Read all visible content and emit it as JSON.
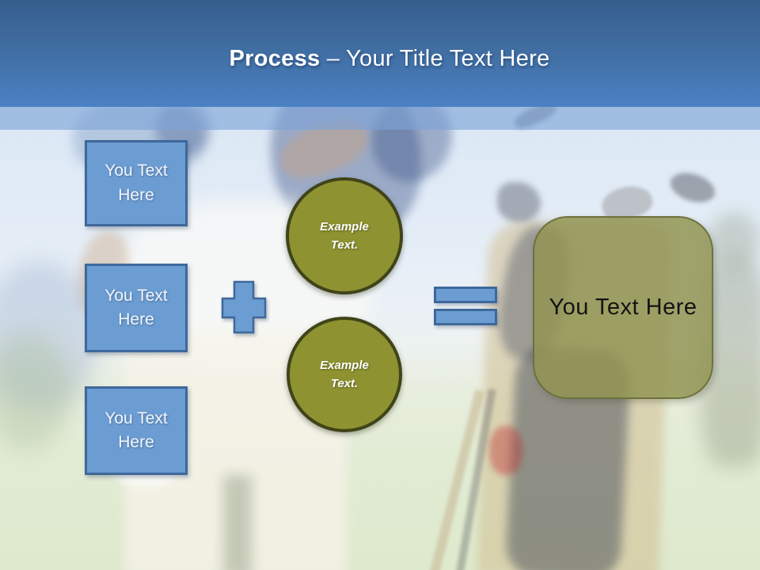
{
  "slide": {
    "title": {
      "emphasis": "Process",
      "rest": "– Your Title Text Here"
    }
  },
  "input_boxes": [
    {
      "label": "You Text Here"
    },
    {
      "label": "You Text Here"
    },
    {
      "label": "You Text Here"
    }
  ],
  "example_circles": [
    {
      "label": "Example Text."
    },
    {
      "label": "Example Text."
    }
  ],
  "result_box": {
    "label": "You Text Here"
  },
  "icons": {
    "plus": "plus-icon",
    "equals": "equals-icon"
  },
  "colors": {
    "header_top": "#365e8c",
    "header_bottom": "#4a81c4",
    "accent_blue": "#6b9cd2",
    "accent_blue_border": "#3e689a",
    "olive_fill": "#8e9230",
    "olive_border": "#3f4419",
    "result_fill": "#92945x2",
    "result_border": "#6d713d",
    "title_text": "#fdfeff",
    "box_text": "#f2f6fb",
    "result_text": "#141414"
  }
}
